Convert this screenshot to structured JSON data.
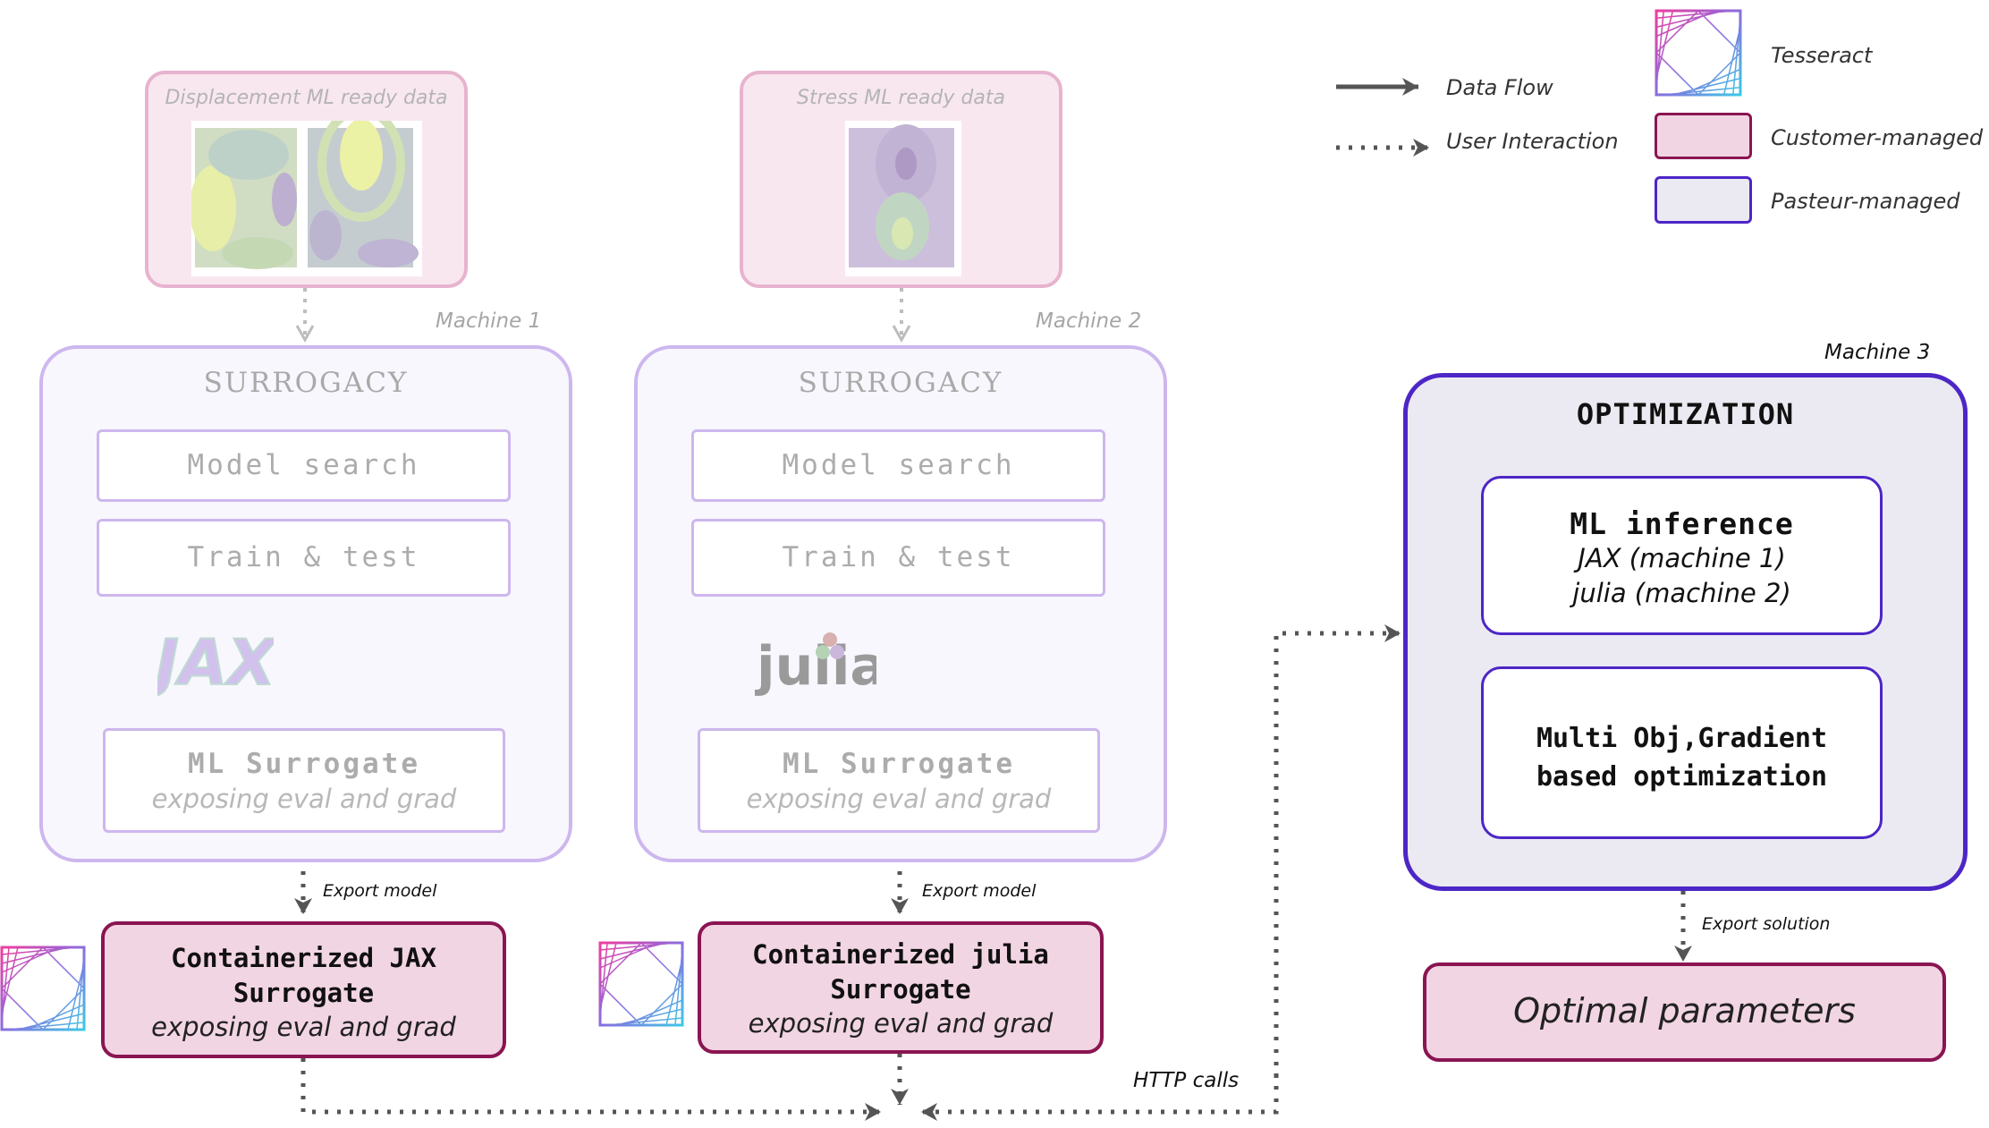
{
  "data_cards": [
    {
      "title": "Displacement ML ready  data"
    },
    {
      "title": "Stress ML ready data"
    }
  ],
  "machines": [
    "Machine 1",
    "Machine 2",
    "Machine 3"
  ],
  "surrogacy": [
    {
      "title": "SURROGACY",
      "step1": "Model search",
      "step2": "Train & test",
      "output_title": "ML Surrogate",
      "output_sub": "exposing eval and grad",
      "logo": "JAX"
    },
    {
      "title": "SURROGACY",
      "step1": "Model search",
      "step2": "Train & test",
      "output_title": "ML Surrogate",
      "output_sub": "exposing eval and grad",
      "logo": "julia"
    }
  ],
  "export_model_label": "Export model",
  "containers": [
    {
      "line1": "Containerized JAX",
      "line2": "Surrogate",
      "line3": "exposing eval and grad"
    },
    {
      "line1": "Containerized julia",
      "line2": "Surrogate",
      "line3": "exposing eval and grad"
    }
  ],
  "http_label": "HTTP calls",
  "optimization": {
    "title": "OPTIMIZATION",
    "inference_title": "ML inference",
    "inference_l2": "JAX (machine 1)",
    "inference_l3": "julia (machine 2)",
    "opt_l1": "Multi Obj,Gradient",
    "opt_l2": "based optimization"
  },
  "export_solution_label": "Export solution",
  "optimal_parameters": "Optimal parameters",
  "legend": {
    "data_flow": "Data Flow",
    "user_interaction": "User Interaction",
    "tesseract": "Tesseract",
    "customer": "Customer-managed",
    "pasteur": "Pasteur-managed"
  },
  "colors": {
    "customer_fill": "#f2d5e3",
    "customer_border": "#8a1552",
    "pasteur_fill": "#ebeaf3",
    "pasteur_border": "#4d26c6",
    "surrogacy_border": "#cdb7ee"
  }
}
